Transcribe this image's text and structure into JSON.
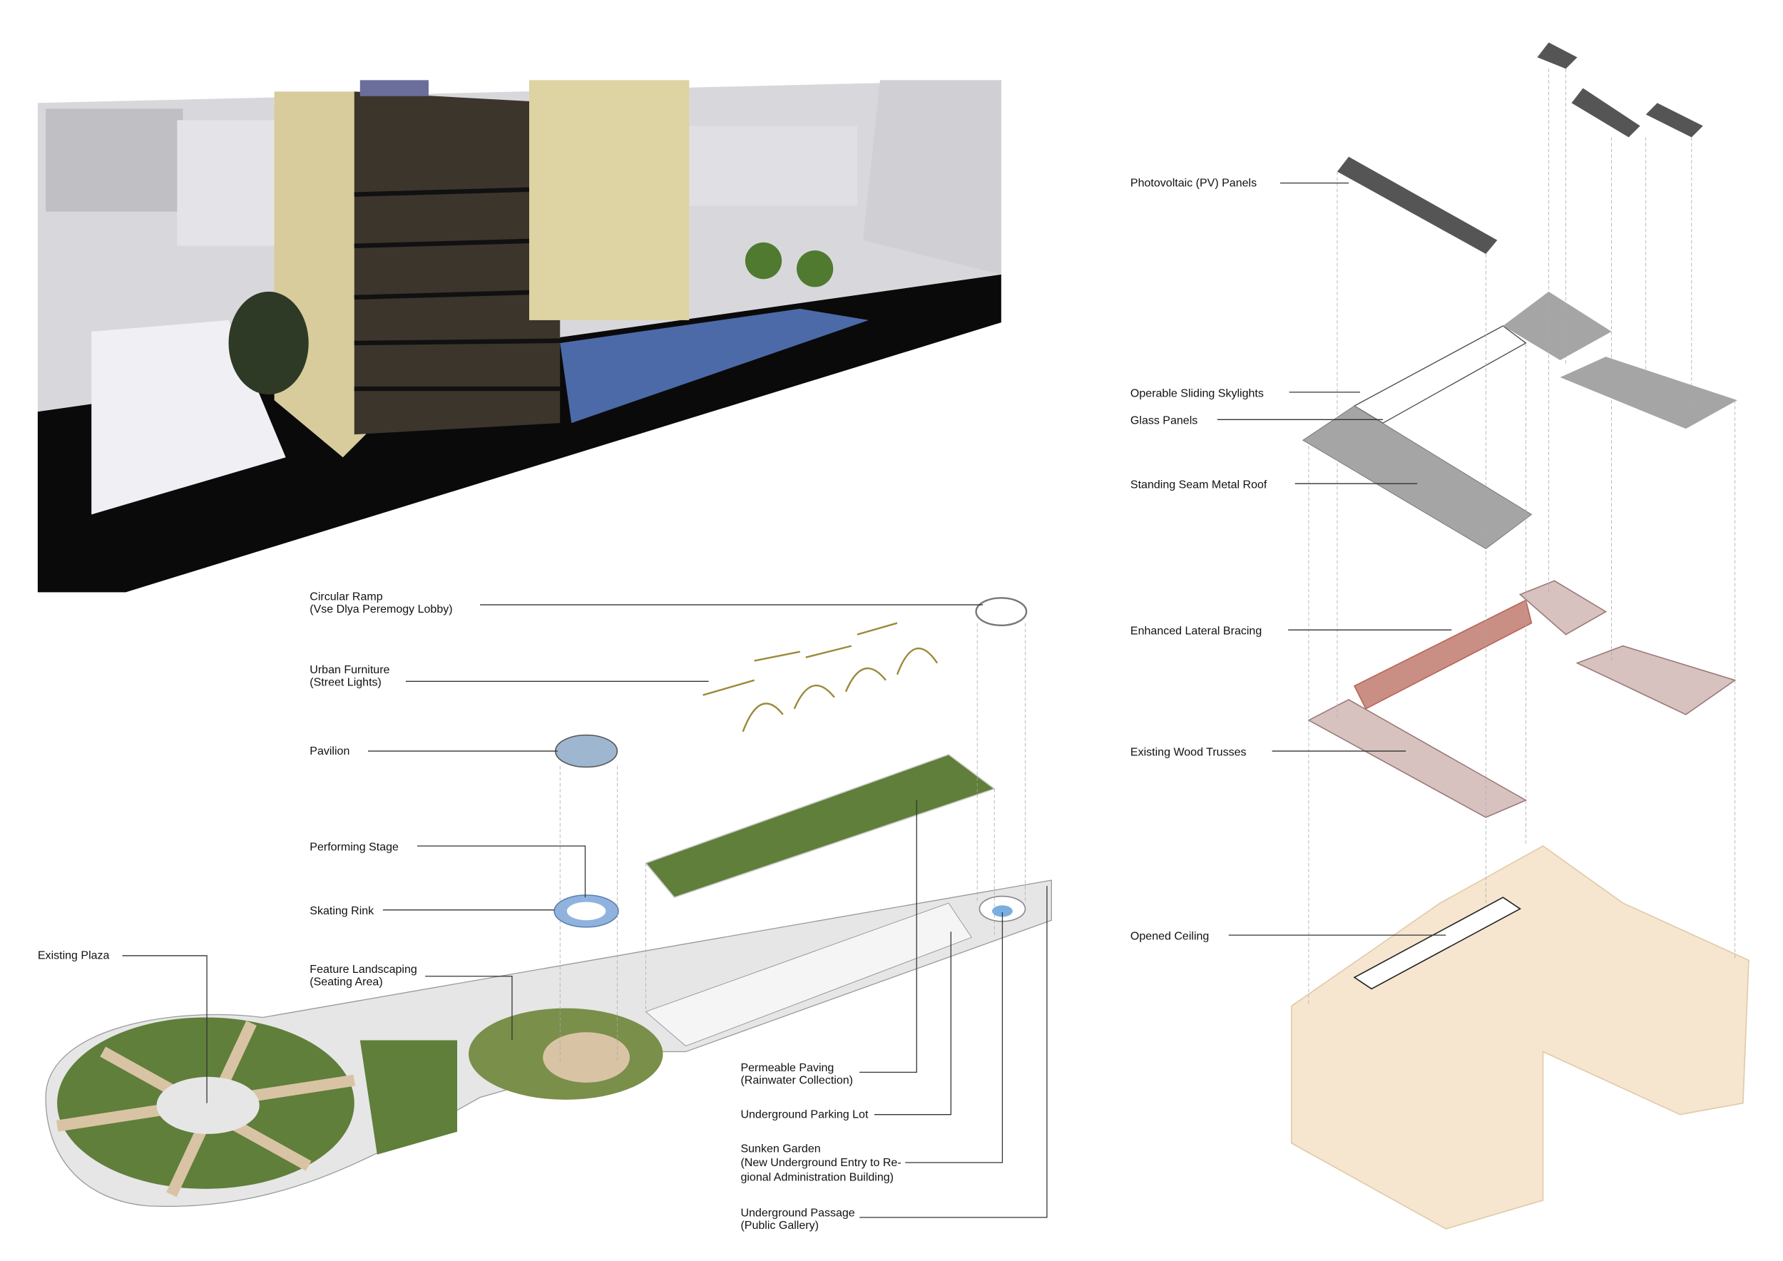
{
  "colors": {
    "background": "#ffffff",
    "render_base": "#0a0a0a",
    "grass": "#5f7f3a",
    "paving": "#d9c3a5",
    "building_existing": "#f6e6cf",
    "bracing": "#b8655a",
    "roof_gray": "#9a9a9a",
    "skating_rink": "#8fb3de"
  },
  "site_labels": {
    "circular_ramp": [
      "Circular Ramp",
      "(Vse Dlya Peremogy Lobby)"
    ],
    "urban_furniture": [
      "Urban Furniture",
      "(Street Lights)"
    ],
    "pavilion": [
      "Pavilion"
    ],
    "performing_stage": [
      "Performing Stage"
    ],
    "skating_rink": [
      "Skating Rink"
    ],
    "feature_landscaping": [
      "Feature Landscaping",
      "(Seating Area)"
    ],
    "existing_plaza": [
      "Existing Plaza"
    ],
    "permeable_paving": [
      "Permeable Paving",
      "(Rainwater Collection)"
    ],
    "underground_parking": [
      "Underground Parking Lot"
    ],
    "sunken_garden": [
      "Sunken Garden",
      "(New Underground Entry to Re-",
      "gional Administration Building)"
    ],
    "underground_passage": [
      "Underground Passage",
      "(Public Gallery)"
    ]
  },
  "building_labels": {
    "pv_panels": "Photovoltaic (PV) Panels",
    "skylights": "Operable Sliding Skylights",
    "glass_panels": "Glass Panels",
    "metal_roof": "Standing Seam Metal Roof",
    "lateral_bracing": "Enhanced Lateral Bracing",
    "wood_trusses": "Existing Wood Trusses",
    "opened_ceiling": "Opened Ceiling"
  }
}
